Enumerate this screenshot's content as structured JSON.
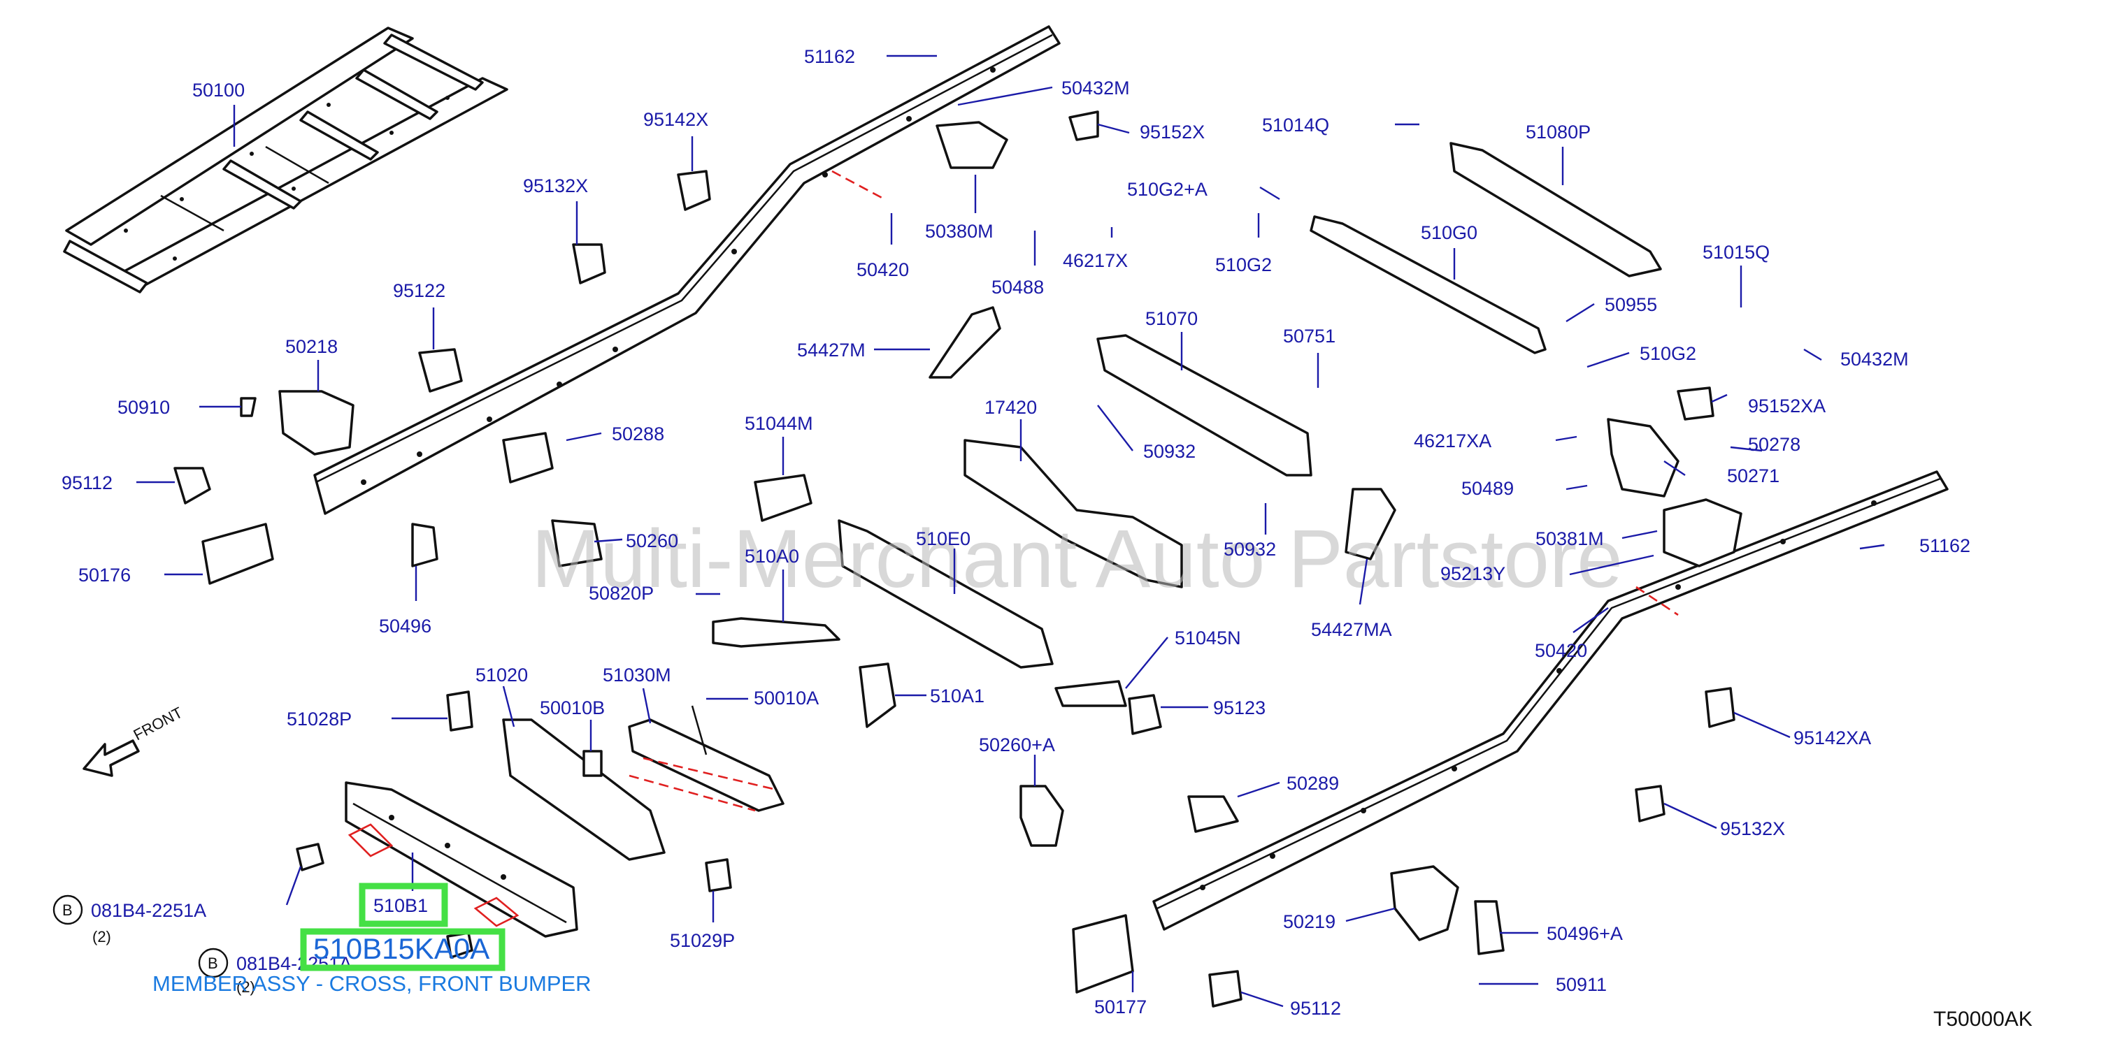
{
  "watermark": "Multi-Merchant Auto Partstore",
  "diagram_code": "T50000AK",
  "front_label": "FRONT",
  "callouts": {
    "c50100": "50100",
    "c51162a": "51162",
    "c50432Ma": "50432M",
    "c95142X": "95142X",
    "c95152X": "95152X",
    "c51014Q": "51014Q",
    "c51080P": "51080P",
    "c95132X": "95132X",
    "c510G2A": "510G2+A",
    "c50380M": "50380M",
    "c50420a": "50420",
    "c46217X": "46217X",
    "c510G2a": "510G2",
    "c510G0": "510G0",
    "c51015Q": "51015Q",
    "c95122": "95122",
    "c50488": "50488",
    "c50955": "50955",
    "c50218": "50218",
    "c54427M": "54427M",
    "c51070": "51070",
    "c50751": "50751",
    "c510G2b": "510G2",
    "c50432Mb": "50432M",
    "c50910": "50910",
    "c17420": "17420",
    "c95152XA": "95152XA",
    "c50288": "50288",
    "c51044M": "51044M",
    "c50932a": "50932",
    "c46217XA": "46217XA",
    "c50278": "50278",
    "c95112a": "95112",
    "c50271": "50271",
    "c50489": "50489",
    "c50381M": "50381M",
    "c50260": "50260",
    "c510E0": "510E0",
    "c51162b": "51162",
    "c50176": "50176",
    "c510A0": "510A0",
    "c50932b": "50932",
    "c95213Y": "95213Y",
    "c50820P": "50820P",
    "c54427MA": "54427MA",
    "c50496": "50496",
    "c51045N": "51045N",
    "c50420b": "50420",
    "c51020": "51020",
    "c51030M": "51030M",
    "c50010B": "50010B",
    "c50010A": "50010A",
    "c510A1": "510A1",
    "c95123": "95123",
    "c51028P": "51028P",
    "c95142XA": "95142XA",
    "c50260A": "50260+A",
    "c50289": "50289",
    "c95132X2": "95132X",
    "c510B1": "510B1",
    "c51029P": "51029P",
    "c50219": "50219",
    "c50496A": "50496+A",
    "c50911": "50911",
    "c50177": "50177",
    "c95112b": "95112",
    "bolt1": "081B4-2251A",
    "bolt1_qty": "(2)",
    "bolt2": "081B4-2251A",
    "bolt2_qty": "(2)",
    "bolt_badge": "B"
  },
  "highlight": {
    "part_number": "510B15KA0A",
    "description": "MEMBER ASSY - CROSS, FRONT BUMPER",
    "color": "#45e045"
  },
  "colors": {
    "callout": "#1a1aa8",
    "highlight_box": "#45e045",
    "caption": "#1a7ae0",
    "dimension_lines": "#e02020"
  }
}
